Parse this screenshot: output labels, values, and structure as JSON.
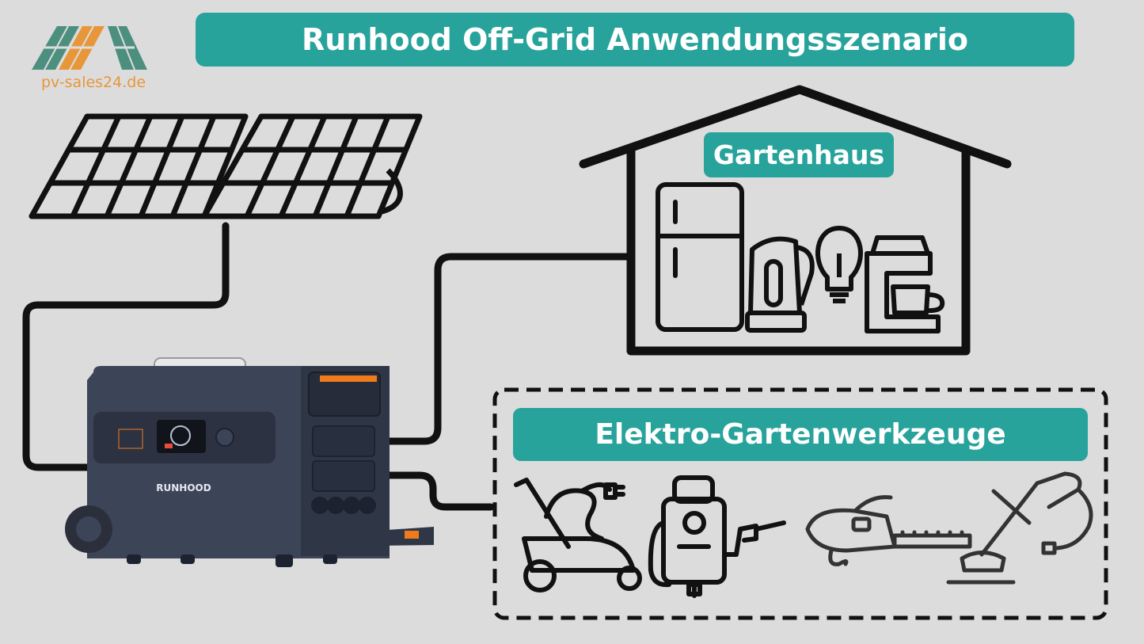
{
  "title": "Runhood Off-Grid Anwendungsszenario",
  "logo": {
    "text": "pv-sales24.de"
  },
  "house": {
    "label": "Gartenhaus"
  },
  "tools": {
    "label": "Elektro-Gartenwerkzeuge"
  },
  "device": {
    "brand": "RUNHOOD"
  },
  "colors": {
    "accent": "#27a39c",
    "logo_orange": "#e8963a",
    "logo_green": "#4d8f7f",
    "background": "#dcdcdc"
  },
  "icons": [
    "solar-panel-icon",
    "house-icon",
    "fridge-icon",
    "kettle-icon",
    "lightbulb-icon",
    "coffee-machine-icon",
    "lawn-mower-icon",
    "pressure-washer-icon",
    "hedge-trimmer-icon",
    "grass-trimmer-icon",
    "power-station-icon"
  ]
}
